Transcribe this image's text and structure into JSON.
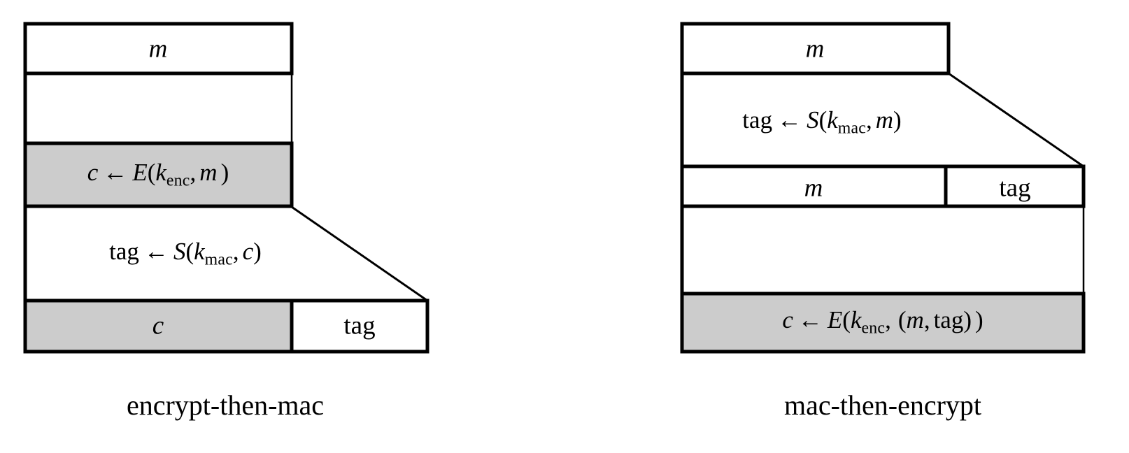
{
  "figure": {
    "title_left": "encrypt-then-mac",
    "title_right": "mac-then-encrypt",
    "colors": {
      "stroke": "#000000",
      "background": "#ffffff",
      "highlight_fill": "#cccccc",
      "plain_fill": "#ffffff"
    }
  },
  "left_diagram": {
    "name": "encrypt-then-mac",
    "caption": "encrypt-then-mac",
    "input_box": {
      "label": "m",
      "style": "plain"
    },
    "encrypt_step": {
      "result": "c",
      "arrow": "←",
      "func": "E",
      "key": "k",
      "key_sub": "enc",
      "comma": ",",
      "arg": "m",
      "open": "(",
      "close": ")",
      "style": "highlight",
      "full_text": "c ← E(k_enc, m )"
    },
    "mac_step": {
      "result": "tag",
      "arrow": "←",
      "func": "S",
      "key": "k",
      "key_sub": "mac",
      "comma": ",",
      "arg": "c",
      "open": "(",
      "close": ")",
      "style": "plain",
      "full_text": "tag ← S(k_mac, c)"
    },
    "output_bar": {
      "segments": [
        {
          "label": "c",
          "style": "highlight"
        },
        {
          "label": "tag",
          "style": "plain"
        }
      ]
    }
  },
  "right_diagram": {
    "name": "mac-then-encrypt",
    "caption": "mac-then-encrypt",
    "input_box": {
      "label": "m",
      "style": "plain"
    },
    "mac_step": {
      "result": "tag",
      "arrow": "←",
      "func": "S",
      "key": "k",
      "key_sub": "mac",
      "comma": ",",
      "arg": "m",
      "open": "(",
      "close": ")",
      "style": "plain",
      "full_text": "tag ← S(k_mac, m)"
    },
    "intermediate_bar": {
      "segments": [
        {
          "label": "m",
          "style": "plain"
        },
        {
          "label": "tag",
          "style": "plain"
        }
      ]
    },
    "encrypt_step": {
      "result": "c",
      "arrow": "←",
      "func": "E",
      "key": "k",
      "key_sub": "enc",
      "comma": ",",
      "open": "(",
      "close": ")",
      "inner_open": "(",
      "inner_close": ")",
      "arg1": "m",
      "arg2": "tag",
      "inner_comma": ",",
      "style": "highlight",
      "full_text": "c ← E(k_enc,  (m, tag) )"
    }
  }
}
